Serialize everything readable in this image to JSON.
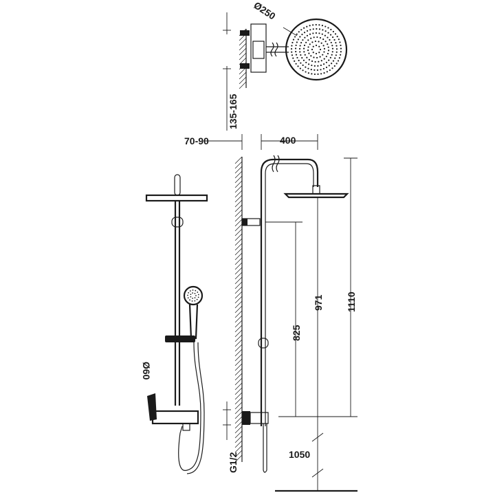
{
  "dimensions": {
    "head_diameter": "Ø250",
    "wall_offset_range": "135-165",
    "arm_projection_range": "70-90",
    "arm_length": "400",
    "height_825": "825",
    "height_971": "971",
    "height_1110": "1110",
    "floor_height": "1050",
    "inlet_thread": "G1/2",
    "mixer_offset": "Ø60"
  }
}
